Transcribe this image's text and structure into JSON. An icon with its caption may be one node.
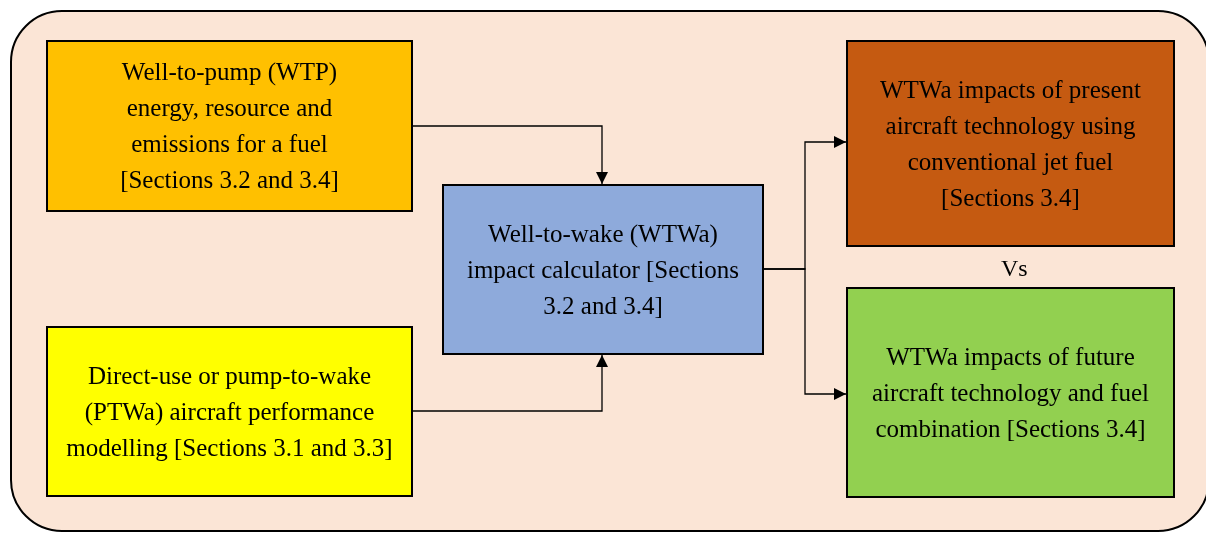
{
  "diagram": {
    "nodes": [
      {
        "text": [],
        "shape": "box"
      },
      {
        "text": [
          "Well-to-pump (WTP) energy, resource and emissions for a fuel [Sections 3.2 and 3.4]"
        ],
        "in": 0
      },
      {
        "text": [
          "Direct-use or pump-to-wake (PTWa) aircraft performance modelling [Sections 3.1 and 3.3]"
        ],
        "in": 0
      },
      {
        "text": [
          "Well-to-wake (WTWa) impact calculator [Sections 3.2 and 3.4]"
        ],
        "in": 0
      },
      {
        "text": [
          "WTWa impacts of present aircraft technology using conventional jet fuel [Sections 3.4]"
        ],
        "in": 0
      },
      {
        "text": [
          "WTWa impacts of future aircraft technology and fuel combination [Sections 3.4]"
        ],
        "in": 0
      }
    ],
    "edges": [
      {
        "from": 1,
        "to": 3,
        "arrow": "to"
      },
      {
        "from": 2,
        "to": 3,
        "arrow": "to"
      },
      {
        "from": 3,
        "to": 4,
        "arrow": "to"
      },
      {
        "from": 3,
        "to": 5,
        "arrow": "to"
      }
    ],
    "labels": [
      "Vs"
    ]
  }
}
